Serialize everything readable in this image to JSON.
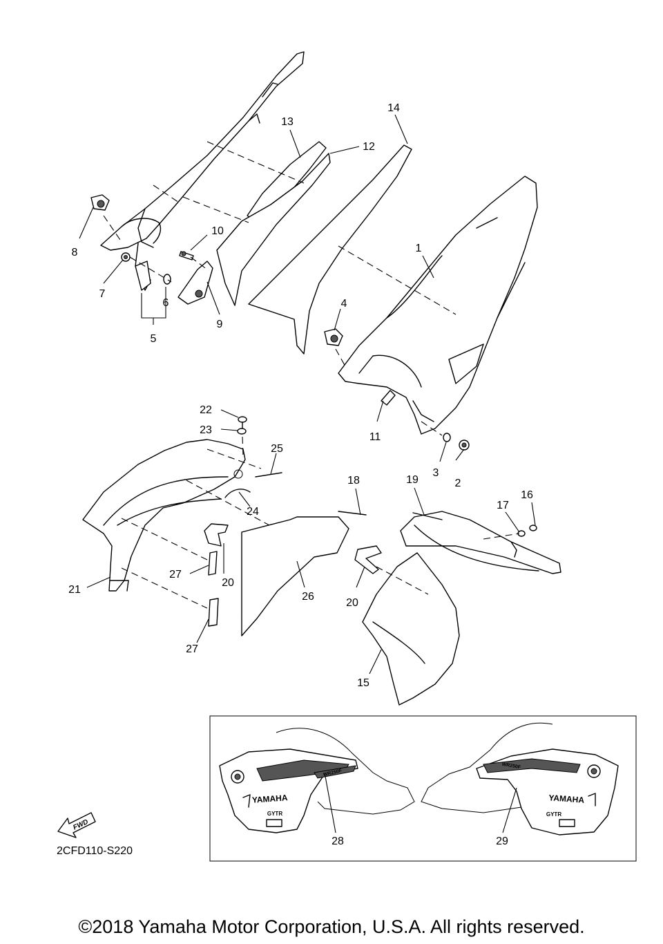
{
  "diagram": {
    "callouts": [
      "1",
      "2",
      "3",
      "4",
      "5",
      "6",
      "7",
      "8",
      "9",
      "10",
      "11",
      "12",
      "13",
      "14",
      "15",
      "16",
      "17",
      "18",
      "19",
      "20",
      "20",
      "21",
      "22",
      "23",
      "24",
      "25",
      "26",
      "27",
      "27",
      "28",
      "29"
    ],
    "drawing_code": "2CFD110-S220",
    "fwd_label": "FWD",
    "decal_text": {
      "brand_left": "YAMAHA",
      "brand_right": "YAMAHA",
      "model_left": "WR250F",
      "model_right": "WR250F",
      "badge_left": "GYTR",
      "badge_right": "GYTR"
    },
    "copyright": "©2018 Yamaha Motor Corporation, U.S.A. All rights reserved."
  }
}
